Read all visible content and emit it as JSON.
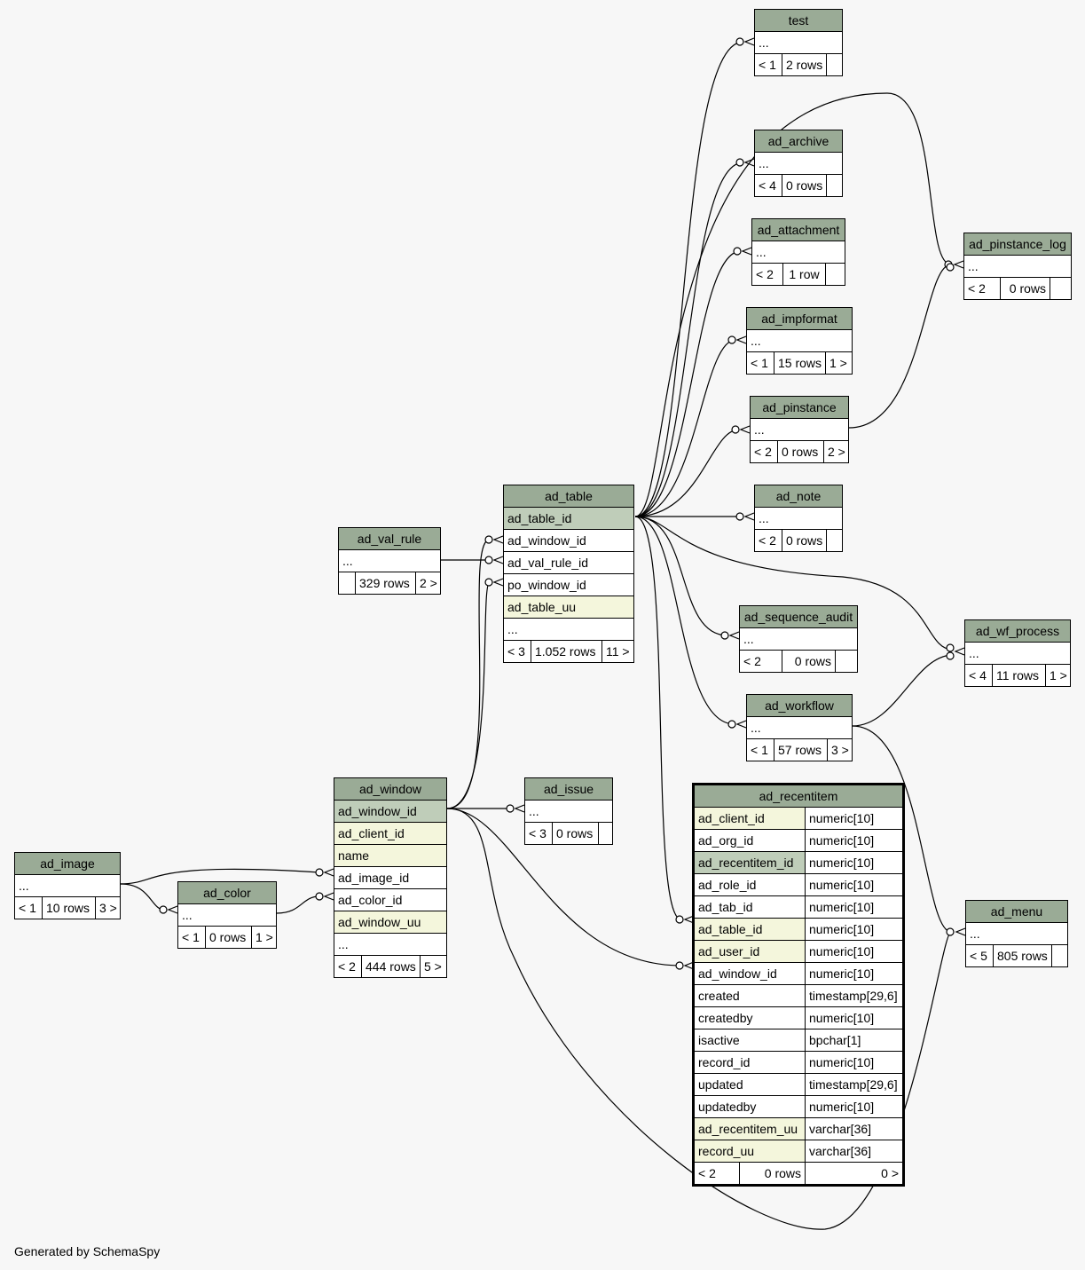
{
  "footer": "Generated by SchemaSpy",
  "tables": {
    "test": {
      "name": "test",
      "rows": [
        "..."
      ],
      "footer": [
        "< 1",
        "2 rows",
        ""
      ]
    },
    "ad_archive": {
      "name": "ad_archive",
      "rows": [
        "..."
      ],
      "footer": [
        "< 4",
        "0 rows",
        ""
      ]
    },
    "ad_attachment": {
      "name": "ad_attachment",
      "rows": [
        "..."
      ],
      "footer": [
        "< 2",
        "1 row",
        ""
      ]
    },
    "ad_impformat": {
      "name": "ad_impformat",
      "rows": [
        "..."
      ],
      "footer": [
        "< 1",
        "15 rows",
        "1 >"
      ]
    },
    "ad_pinstance": {
      "name": "ad_pinstance",
      "rows": [
        "..."
      ],
      "footer": [
        "< 2",
        "0 rows",
        "2 >"
      ]
    },
    "ad_note": {
      "name": "ad_note",
      "rows": [
        "..."
      ],
      "footer": [
        "< 2",
        "0 rows",
        ""
      ]
    },
    "ad_sequence_audit": {
      "name": "ad_sequence_audit",
      "rows": [
        "..."
      ],
      "footer": [
        "< 2",
        "0 rows",
        ""
      ]
    },
    "ad_workflow": {
      "name": "ad_workflow",
      "rows": [
        "..."
      ],
      "footer": [
        "< 1",
        "57 rows",
        "3 >"
      ]
    },
    "ad_pinstance_log": {
      "name": "ad_pinstance_log",
      "rows": [
        "..."
      ],
      "footer": [
        "< 2",
        "0 rows",
        ""
      ]
    },
    "ad_wf_process": {
      "name": "ad_wf_process",
      "rows": [
        "..."
      ],
      "footer": [
        "< 4",
        "11 rows",
        "1 >"
      ]
    },
    "ad_menu": {
      "name": "ad_menu",
      "rows": [
        "..."
      ],
      "footer": [
        "< 5",
        "805 rows",
        ""
      ]
    },
    "ad_val_rule": {
      "name": "ad_val_rule",
      "rows": [
        "..."
      ],
      "footer": [
        "",
        "329 rows",
        "2 >"
      ]
    },
    "ad_table": {
      "name": "ad_table",
      "rows": [
        "ad_table_id",
        "ad_window_id",
        "ad_val_rule_id",
        "po_window_id",
        "ad_table_uu",
        "..."
      ],
      "footer": [
        "< 3",
        "1.052 rows",
        "11 >"
      ]
    },
    "ad_issue": {
      "name": "ad_issue",
      "rows": [
        "..."
      ],
      "footer": [
        "< 3",
        "0 rows",
        ""
      ]
    },
    "ad_window": {
      "name": "ad_window",
      "rows": [
        "ad_window_id",
        "ad_client_id",
        "name",
        "ad_image_id",
        "ad_color_id",
        "ad_window_uu",
        "..."
      ],
      "footer": [
        "< 2",
        "444 rows",
        "5 >"
      ]
    },
    "ad_image": {
      "name": "ad_image",
      "rows": [
        "..."
      ],
      "footer": [
        "< 1",
        "10 rows",
        "3 >"
      ]
    },
    "ad_color": {
      "name": "ad_color",
      "rows": [
        "..."
      ],
      "footer": [
        "< 1",
        "0 rows",
        "1 >"
      ]
    },
    "ad_recentitem": {
      "name": "ad_recentitem",
      "columns": [
        {
          "name": "ad_client_id",
          "type": "numeric[10]"
        },
        {
          "name": "ad_org_id",
          "type": "numeric[10]"
        },
        {
          "name": "ad_recentitem_id",
          "type": "numeric[10]"
        },
        {
          "name": "ad_role_id",
          "type": "numeric[10]"
        },
        {
          "name": "ad_tab_id",
          "type": "numeric[10]"
        },
        {
          "name": "ad_table_id",
          "type": "numeric[10]"
        },
        {
          "name": "ad_user_id",
          "type": "numeric[10]"
        },
        {
          "name": "ad_window_id",
          "type": "numeric[10]"
        },
        {
          "name": "created",
          "type": "timestamp[29,6]"
        },
        {
          "name": "createdby",
          "type": "numeric[10]"
        },
        {
          "name": "isactive",
          "type": "bpchar[1]"
        },
        {
          "name": "record_id",
          "type": "numeric[10]"
        },
        {
          "name": "updated",
          "type": "timestamp[29,6]"
        },
        {
          "name": "updatedby",
          "type": "numeric[10]"
        },
        {
          "name": "ad_recentitem_uu",
          "type": "varchar[36]"
        },
        {
          "name": "record_uu",
          "type": "varchar[36]"
        }
      ],
      "footer": [
        "< 2",
        "0 rows",
        "0 >"
      ]
    }
  }
}
